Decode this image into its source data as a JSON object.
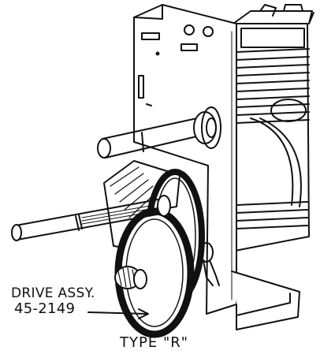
{
  "callout": {
    "line1": "DRIVE ASSY.",
    "line2": "45-2149"
  },
  "caption": "TYPE \"R\"",
  "colors": {
    "ink": "#111111",
    "paper": "#ffffff"
  }
}
